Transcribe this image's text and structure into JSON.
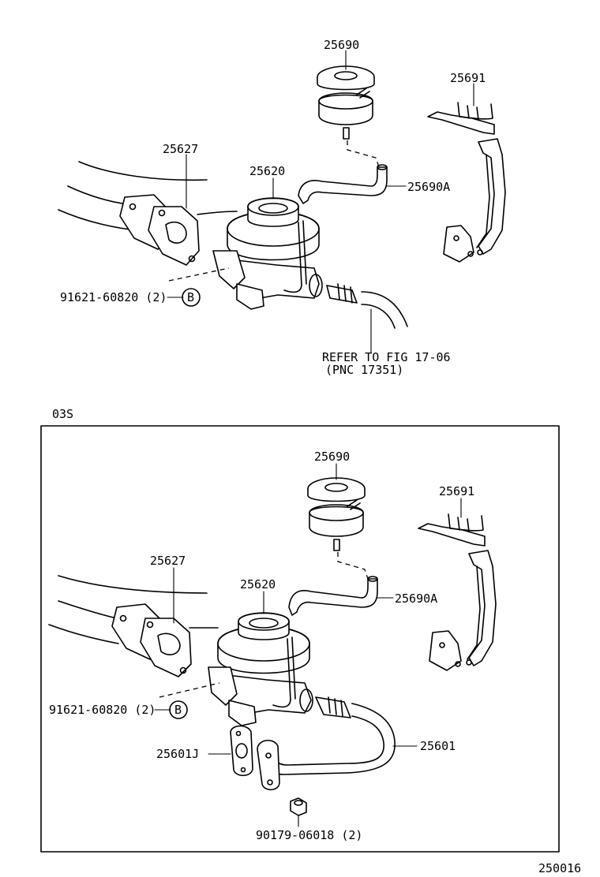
{
  "top": {
    "labels": {
      "p25690": "25690",
      "p25691": "25691",
      "p25627": "25627",
      "p25620": "25620",
      "p25690A": "25690A",
      "bolt": "91621-60820 (2)",
      "bolt_ref": "B",
      "refer_line1": "REFER TO FIG 17-06",
      "refer_line2": "(PNC 17351)"
    }
  },
  "bottom": {
    "section_tag": "03S",
    "labels": {
      "p25690": "25690",
      "p25691": "25691",
      "p25627": "25627",
      "p25620": "25620",
      "p25690A": "25690A",
      "bolt": "91621-60820 (2)",
      "bolt_ref": "B",
      "p25601J": "25601J",
      "p25601": "25601",
      "nut": "90179-06018 (2)"
    }
  },
  "figure_number": "250016"
}
